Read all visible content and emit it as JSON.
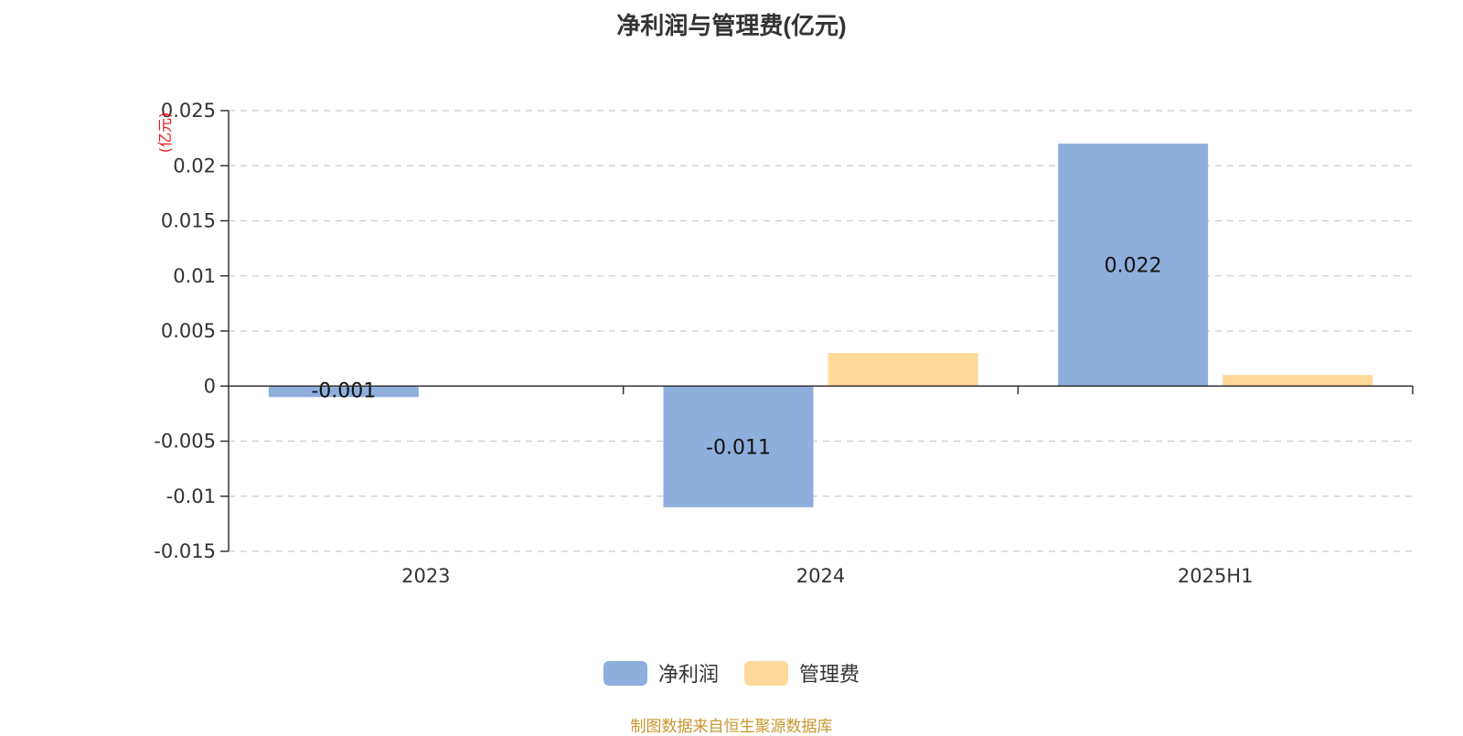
{
  "chart_data": {
    "type": "bar",
    "title": "净利润与管理费(亿元)",
    "ylabel": "(亿元)",
    "categories": [
      "2023",
      "2024",
      "2025H1"
    ],
    "series": [
      {
        "name": "净利润",
        "values": [
          -0.001,
          -0.011,
          0.022
        ],
        "color": "#8eaedb",
        "labels": [
          "-0.001",
          "-0.011",
          "0.022"
        ]
      },
      {
        "name": "管理费",
        "values": [
          0,
          0.003,
          0.001
        ],
        "color": "#fdd99a",
        "labels": [
          "",
          "",
          ""
        ]
      }
    ],
    "ylim": [
      -0.015,
      0.025
    ],
    "yticks": [
      {
        "value": 0.025,
        "label": "0.025"
      },
      {
        "value": 0.02,
        "label": "0.02"
      },
      {
        "value": 0.015,
        "label": "0.015"
      },
      {
        "value": 0.01,
        "label": "0.01"
      },
      {
        "value": 0.005,
        "label": "0.005"
      },
      {
        "value": 0,
        "label": "0"
      },
      {
        "value": -0.005,
        "label": "-0.005"
      },
      {
        "value": -0.01,
        "label": "-0.01"
      },
      {
        "value": -0.015,
        "label": "-0.015"
      }
    ],
    "grid": true,
    "legend_position": "bottom"
  },
  "source_text": "制图数据来自恒生聚源数据库"
}
